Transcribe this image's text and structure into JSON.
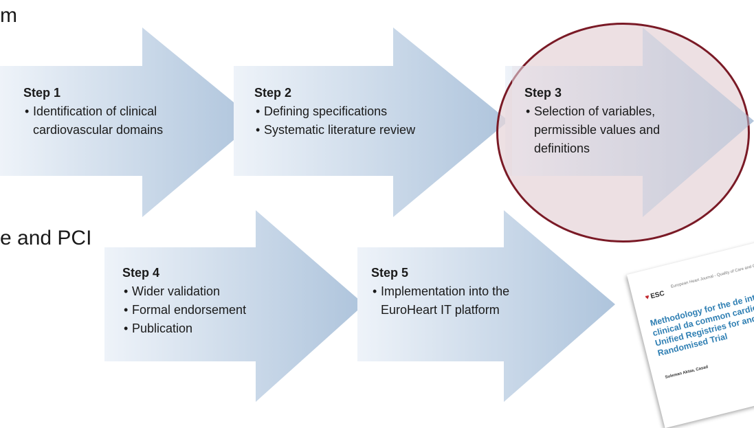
{
  "fragments": {
    "top": "m",
    "middle": "e and PCI"
  },
  "steps": [
    {
      "title": "Step 1",
      "bullets": [
        "Identification of clinical",
        "cardiovascular domains"
      ]
    },
    {
      "title": "Step 2",
      "bullets": [
        "Defining specifications",
        "Systematic literature review"
      ]
    },
    {
      "title": "Step 3",
      "bullets": [
        "Selection of variables,",
        "permissible values and",
        "definitions"
      ],
      "highlighted": true
    },
    {
      "title": "Step 4",
      "bullets": [
        "Wider validation",
        "Formal endorsement",
        "Publication"
      ]
    },
    {
      "title": "Step 5",
      "bullets": [
        "Implementation into the",
        "EuroHeart IT platform"
      ]
    }
  ],
  "paper": {
    "logo": "ESC",
    "journal": "European Heart Journal - Quality of Care and Clinical Outcomes",
    "title": "Methodology for the de international clinical da common cardiovascula Unified Registries for and Randomised Trial",
    "authors": "Suleman Aktaa, Casad"
  },
  "colors": {
    "arrow_light": "#eef3f9",
    "arrow_dark": "#aec4dc",
    "highlight_border": "#7a1a26",
    "highlight_fill": "#e7d5d9",
    "paper_title": "#2f7fb3"
  }
}
